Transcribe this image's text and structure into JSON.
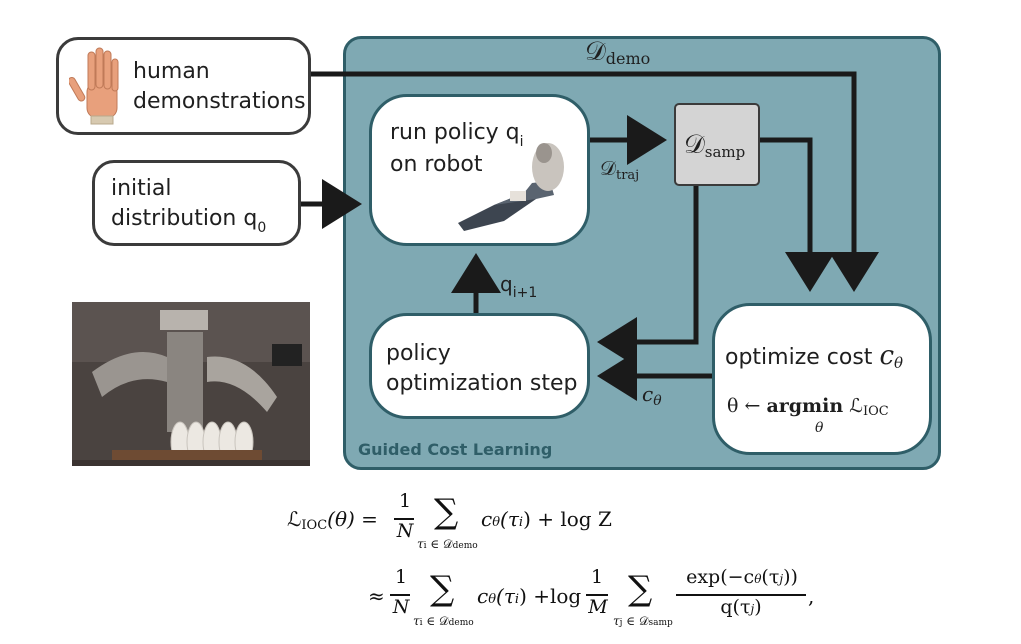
{
  "diagram": {
    "human_box": {
      "line1": "human",
      "line2": "demonstrations"
    },
    "initial_box": {
      "line1": "initial",
      "line2": "distribution q",
      "line2_sub": "0"
    },
    "run_policy": {
      "line1": "run policy q",
      "line1_sub": "i",
      "line2": "on robot"
    },
    "policy_opt": {
      "line1": "policy",
      "line2": "optimization step"
    },
    "optimize_cost": {
      "line1": "optimize cost",
      "symbol": "c",
      "symbol_sub": "θ",
      "rule_lhs": "θ ← ",
      "rule_op": "argmin",
      "rule_var": "θ",
      "rule_L": "ℒ",
      "rule_sub": "IOC"
    },
    "d_samp": {
      "symbol": "𝒟",
      "sub": "samp"
    },
    "d_demo": {
      "symbol": "𝒟",
      "sub": "demo"
    },
    "d_traj": {
      "symbol": "𝒟",
      "sub": "traj"
    },
    "q_next": {
      "symbol": "q",
      "sub": "i+1"
    },
    "c_theta": {
      "symbol": "c",
      "sub": "θ"
    },
    "panel_label": "Guided Cost Learning"
  },
  "equation": {
    "line1_lhs": "ℒ",
    "line1_lhs_sub": "IOC",
    "line1_lhs_arg": "(θ) =",
    "frac1_num": "1",
    "frac1_den": "N",
    "sum_symbol": "∑",
    "sum1_sub": "τ",
    "sum1_sub_i": "i",
    "sum1_sub_in": " ∈ 𝒟",
    "sum1_sub_set": "demo",
    "term1": "c",
    "term1_sub": "θ",
    "term1_arg": "(τ",
    "term1_arg_sub": "i",
    "term1_close": ") + log Z",
    "line2_approx": "≈",
    "frac2_num": "1",
    "frac2_den": "N",
    "term2": "c",
    "term2_sub": "θ",
    "term2_arg": "(τ",
    "term2_arg_sub": "i",
    "term2_close": ") +log",
    "frac3_num": "1",
    "frac3_den": "M",
    "sum3_sub": "τ",
    "sum3_sub_j": "j",
    "sum3_sub_in": " ∈ 𝒟",
    "sum3_sub_set": "samp",
    "frac4_num": "exp(−c",
    "frac4_num_sub": "θ",
    "frac4_num_rest": "(τ",
    "frac4_num_j": "j",
    "frac4_num_close": ")),",
    "frac4_den": "q(τ",
    "frac4_den_j": "j",
    "frac4_den_close": ")",
    "trailing": ","
  },
  "colors": {
    "panel": "#7fa9b3",
    "panel_border": "#2f5e68",
    "arrow": "#1a1a1a",
    "samp_fill": "#d4d4d4"
  },
  "icons": [
    "hand-icon",
    "robot-arm-image",
    "robot-photo"
  ]
}
